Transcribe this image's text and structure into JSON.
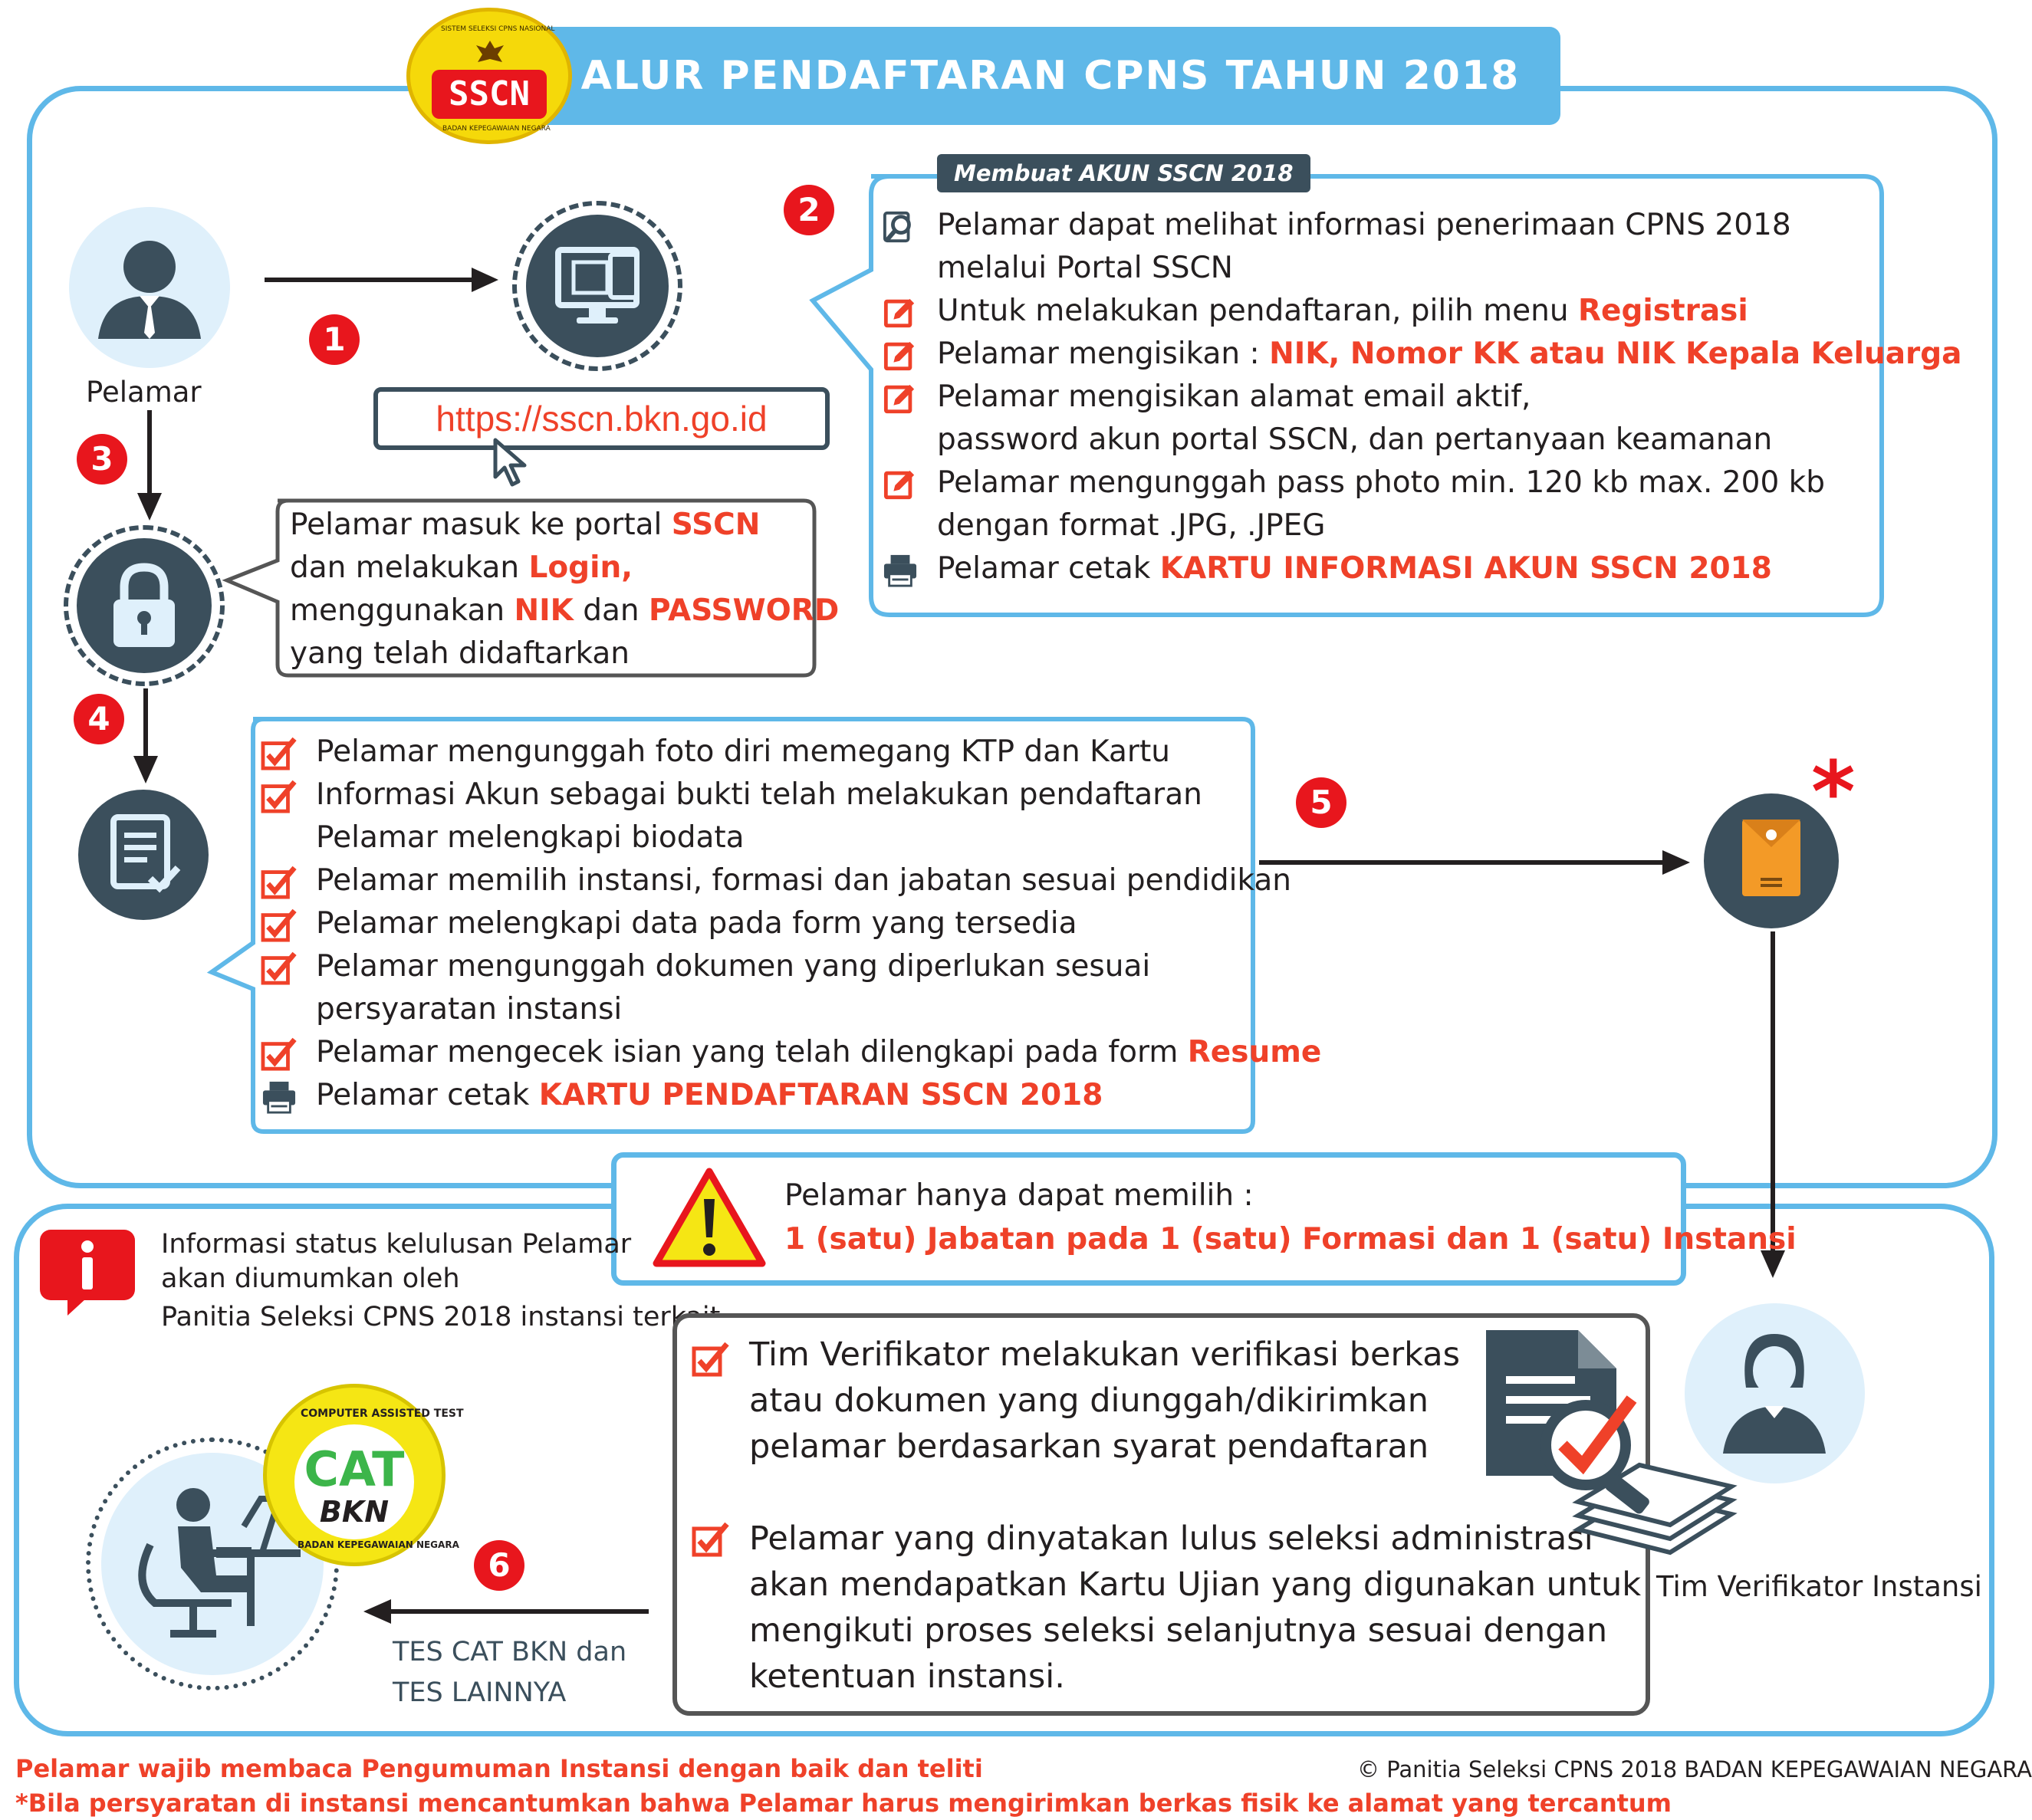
{
  "title": "ALUR PENDAFTARAN CPNS TAHUN 2018",
  "logo_text": "SSCN",
  "logo_ring_top": "SISTEM SELEKSI CPNS NASIONAL",
  "logo_ring_bottom": "BADAN KEPEGAWAIAN NEGARA",
  "colors": {
    "accent_blue": "#5fb8e8",
    "red": "#ef4129",
    "badge_red": "#e8161d",
    "dark": "#3b4f5c"
  },
  "steps": [
    "1",
    "2",
    "3",
    "4",
    "5",
    "6"
  ],
  "pelamar_label": "Pelamar",
  "url": "https://sscn.bkn.go.id",
  "account_box": {
    "header": "Membuat AKUN SSCN 2018",
    "items": [
      {
        "icon": "search-icon",
        "lines": [
          {
            "text": "Pelamar dapat melihat informasi penerimaan CPNS 2018",
            "hl": ""
          },
          {
            "text": "melalui Portal SSCN",
            "hl": ""
          }
        ]
      },
      {
        "icon": "edit-icon",
        "lines": [
          {
            "text": "Untuk melakukan pendaftaran, pilih menu ",
            "hl": "Registrasi"
          }
        ]
      },
      {
        "icon": "edit-icon",
        "lines": [
          {
            "text": "Pelamar mengisikan  : ",
            "hl": "NIK, Nomor KK atau NIK Kepala Keluarga"
          }
        ]
      },
      {
        "icon": "edit-icon",
        "lines": [
          {
            "text": "Pelamar mengisikan alamat  email aktif,",
            "hl": ""
          },
          {
            "text": "password akun portal SSCN, dan pertanyaan keamanan",
            "hl": ""
          }
        ]
      },
      {
        "icon": "edit-icon",
        "lines": [
          {
            "text": "Pelamar mengunggah pass photo min. 120 kb max. 200 kb",
            "hl": ""
          },
          {
            "text": "dengan format .JPG, .JPEG",
            "hl": ""
          }
        ]
      },
      {
        "icon": "printer-icon",
        "lines": [
          {
            "text": "Pelamar cetak ",
            "hl": "KARTU INFORMASI AKUN SSCN 2018"
          }
        ]
      }
    ]
  },
  "login_box": {
    "line1_a": "Pelamar masuk ke portal ",
    "line1_b": "SSCN",
    "line2_a": "dan melakukan ",
    "line2_b": "Login,",
    "line3_a": "menggunakan ",
    "line3_b": "NIK",
    "line3_c": " dan ",
    "line3_d": "PASSWORD",
    "line4": "yang telah didaftarkan"
  },
  "form_box": {
    "items": [
      {
        "icon": "check-icon",
        "lines": [
          {
            "text": "Pelamar mengunggah foto diri memegang KTP dan Kartu",
            "hl": ""
          }
        ]
      },
      {
        "icon": "check-icon",
        "lines": [
          {
            "text": "Informasi Akun sebagai bukti telah melakukan pendaftaran",
            "hl": ""
          },
          {
            "text": "Pelamar melengkapi biodata",
            "hl": ""
          }
        ]
      },
      {
        "icon": "check-icon",
        "lines": [
          {
            "text": "Pelamar memilih instansi, formasi dan jabatan sesuai pendidikan",
            "hl": ""
          }
        ]
      },
      {
        "icon": "check-icon",
        "lines": [
          {
            "text": "Pelamar melengkapi data pada form yang tersedia",
            "hl": ""
          }
        ]
      },
      {
        "icon": "check-icon",
        "lines": [
          {
            "text": "Pelamar mengunggah dokumen yang diperlukan sesuai",
            "hl": ""
          },
          {
            "text": "persyaratan instansi",
            "hl": ""
          }
        ]
      },
      {
        "icon": "check-icon",
        "lines": [
          {
            "text": "Pelamar mengecek isian yang telah dilengkapi pada form ",
            "hl": "Resume"
          }
        ]
      },
      {
        "icon": "printer-icon",
        "lines": [
          {
            "text": "Pelamar cetak ",
            "hl": "KARTU PENDAFTARAN SSCN 2018"
          }
        ]
      }
    ]
  },
  "asterisk": "*",
  "warning": {
    "line1": "Pelamar hanya dapat memilih :",
    "line2": "1 (satu)  Jabatan pada 1 (satu) Formasi dan 1 (satu) Instansi"
  },
  "info": {
    "line1": "Informasi status kelulusan Pelamar",
    "line2": "akan diumumkan oleh",
    "line3": "Panitia Seleksi CPNS 2018 instansi terkait"
  },
  "verif_box": {
    "p1": [
      "Tim Verifikator melakukan verifikasi berkas",
      "atau dokumen yang diunggah/dikirimkan",
      "pelamar berdasarkan syarat pendaftaran"
    ],
    "p2": [
      "Pelamar yang dinyatakan lulus seleksi administrasi",
      "akan mendapatkan Kartu Ujian yang digunakan untuk",
      "mengikuti proses seleksi selanjutnya sesuai dengan",
      "ketentuan instansi."
    ]
  },
  "verifikator_label": "Tim Verifikator Instansi",
  "cat": {
    "big": "CAT",
    "small": "BKN",
    "ring_top": "COMPUTER ASSISTED TEST",
    "ring_bottom": "BADAN KEPEGAWAIAN NEGARA"
  },
  "test_label": [
    "TES CAT BKN dan",
    "TES LAINNYA"
  ],
  "footer": {
    "left1": "Pelamar wajib membaca Pengumuman Instansi dengan baik dan teliti",
    "left2": "*Bila persyaratan di instansi mencantumkan bahwa Pelamar harus mengirimkan berkas fisik ke alamat yang tercantum",
    "right": "© Panitia Seleksi CPNS 2018 BADAN KEPEGAWAIAN NEGARA"
  }
}
